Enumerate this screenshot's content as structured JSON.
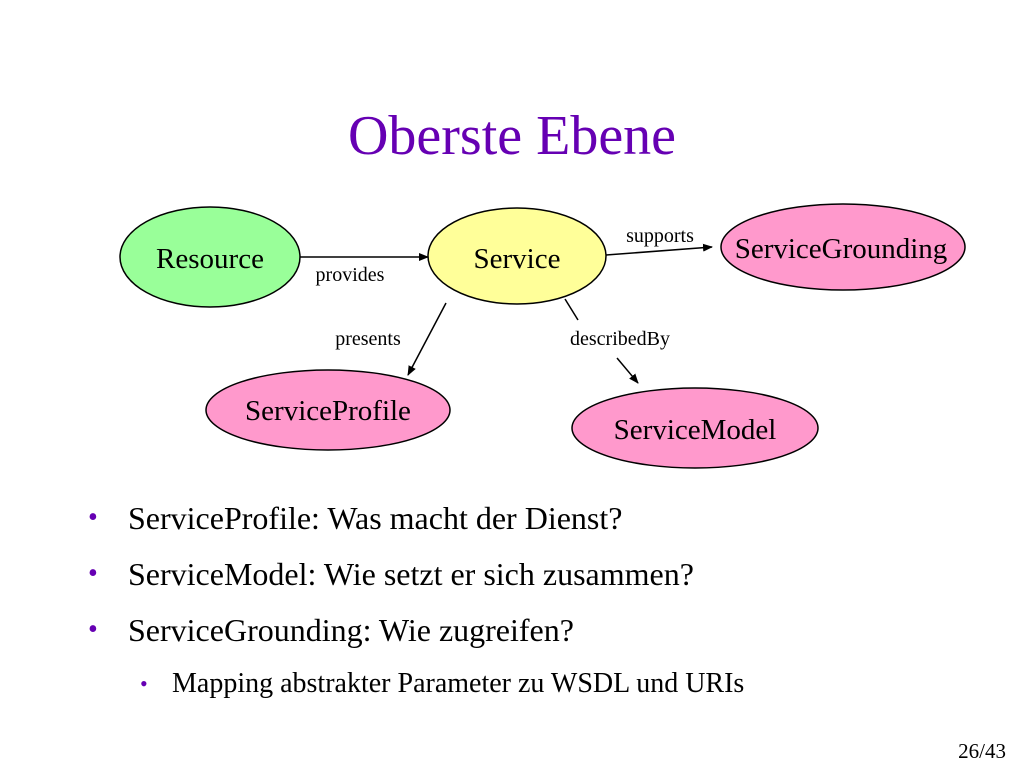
{
  "slide": {
    "title": "Oberste Ebene",
    "page_number": "26/43"
  },
  "colors": {
    "title": "#6600b3",
    "bullet_marker": "#6600b3",
    "resource_fill": "#99ff99",
    "service_fill": "#ffff99",
    "grounding_fill": "#ff99cc",
    "profile_fill": "#ff99cc",
    "model_fill": "#ff99cc",
    "outline": "#000000"
  },
  "diagram": {
    "nodes": {
      "resource": "Resource",
      "service": "Service",
      "grounding": "ServiceGrounding",
      "profile": "ServiceProfile",
      "model": "ServiceModel"
    },
    "edges": {
      "provides": "provides",
      "supports": "supports",
      "presents": "presents",
      "described_by": "describedBy"
    }
  },
  "bullets": [
    "ServiceProfile: Was macht der Dienst?",
    "ServiceModel: Wie setzt er sich zusammen?",
    "ServiceGrounding: Wie zugreifen?"
  ],
  "sub_bullets": [
    "Mapping abstrakter Parameter zu WSDL und URIs"
  ],
  "bullet_marker": "•"
}
